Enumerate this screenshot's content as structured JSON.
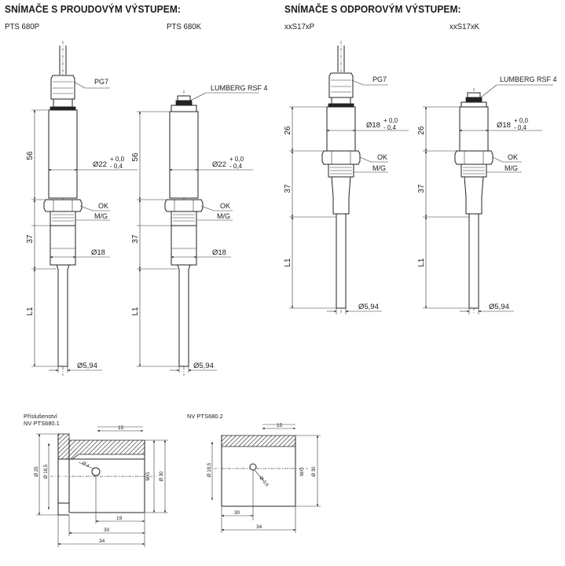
{
  "headers": {
    "current_output": "SNÍMAČE S PROUDOVÝM VÝSTUPEM:",
    "resistive_output": "SNÍMAČE S ODPOROVÝM VÝSTUPEM:"
  },
  "sensors": [
    {
      "model": "PTS 680P",
      "connector": "PG7",
      "dim_top": "56",
      "dim_mid": "37",
      "dim_len": "L1",
      "dia_body_main": "Ø22",
      "dia_body_tol_plus": "+ 0,0",
      "dia_body_tol_minus": "- 0,4",
      "hex_label": "OK",
      "thread_label": "M/G",
      "dia_neck": "Ø18",
      "dia_probe": "Ø5,94"
    },
    {
      "model": "PTS 680K",
      "connector": "LUMBERG RSF 4",
      "dim_top": "56",
      "dim_mid": "37",
      "dim_len": "L1",
      "dia_body_main": "Ø22",
      "dia_body_tol_plus": "+ 0,0",
      "dia_body_tol_minus": "- 0,4",
      "hex_label": "OK",
      "thread_label": "M/G",
      "dia_neck": "Ø18",
      "dia_probe": "Ø5,94"
    },
    {
      "model": "xxS17xP",
      "connector": "PG7",
      "dim_top": "26",
      "dim_mid": "37",
      "dim_len": "L1",
      "dia_body_main": "Ø18",
      "dia_body_tol_plus": "+ 0,0",
      "dia_body_tol_minus": "- 0,4",
      "hex_label": "OK",
      "thread_label": "M/G",
      "dia_probe": "Ø5,94"
    },
    {
      "model": "xxS17xK",
      "connector": "LUMBERG RSF 4",
      "dim_top": "26",
      "dim_mid": "37",
      "dim_len": "L1",
      "dia_body_main": "Ø18",
      "dia_body_tol_plus": "+ 0,0",
      "dia_body_tol_minus": "- 0,4",
      "hex_label": "OK",
      "thread_label": "M/G",
      "dia_probe": "Ø5,94"
    }
  ],
  "accessories": [
    {
      "title_line1": "Příslušenství",
      "title_line2": "NV PTS680.1",
      "dim_top": "15",
      "dia_outer": "Ø 25",
      "dia_inner": "Ø 18,5",
      "hole": "Ø 4",
      "thread": "M/G",
      "dia_right": "Ø 30",
      "dim_19": "19",
      "dim_30": "30",
      "dim_34": "34"
    },
    {
      "title_line1": "NV PTS680.2",
      "dim_top": "15",
      "dia_inner": "Ø 18,5",
      "hole": "Ø 3,6",
      "thread": "M/G",
      "dia_right": "Ø 30",
      "dim_30": "30",
      "dim_34": "34"
    }
  ]
}
